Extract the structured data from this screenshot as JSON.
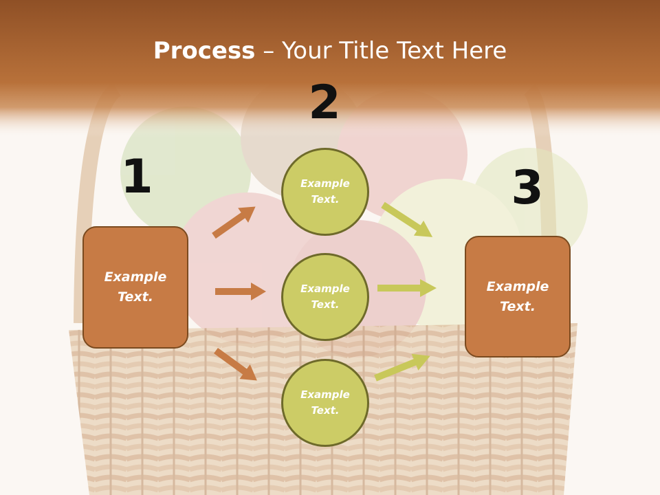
{
  "title": {
    "bold": "Process",
    "rest": " – Your Title Text Here"
  },
  "numbers": [
    "1",
    "2",
    "3"
  ],
  "left_box": "Example Text.",
  "right_box": "Example Text.",
  "circles": [
    "Example Text.",
    "Example Text.",
    "Example Text."
  ],
  "colors": {
    "header": "#a8622f",
    "box_fill": "#c77b45",
    "circle_fill": "#cccc66",
    "left_arrow": "#c77b45",
    "right_arrow": "#c8c85a"
  },
  "background_image": "basket-of-apples"
}
